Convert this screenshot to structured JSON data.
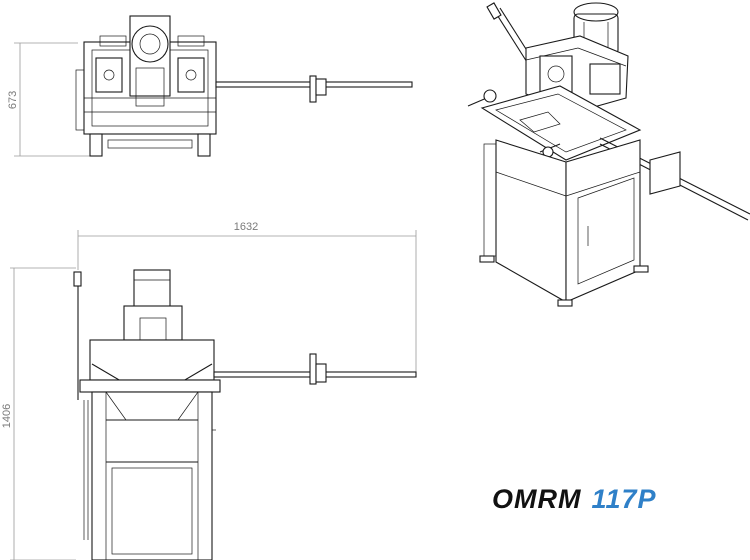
{
  "dimensions": {
    "top_view_depth": "673",
    "front_view_width": "1632",
    "front_view_height": "1406"
  },
  "brand": {
    "name": "OMRM",
    "model": "117P"
  },
  "colors": {
    "line": "#1a1a1a",
    "dimension": "#9a9a9a",
    "brand_name": "#111111",
    "brand_model": "#2f80c8"
  }
}
